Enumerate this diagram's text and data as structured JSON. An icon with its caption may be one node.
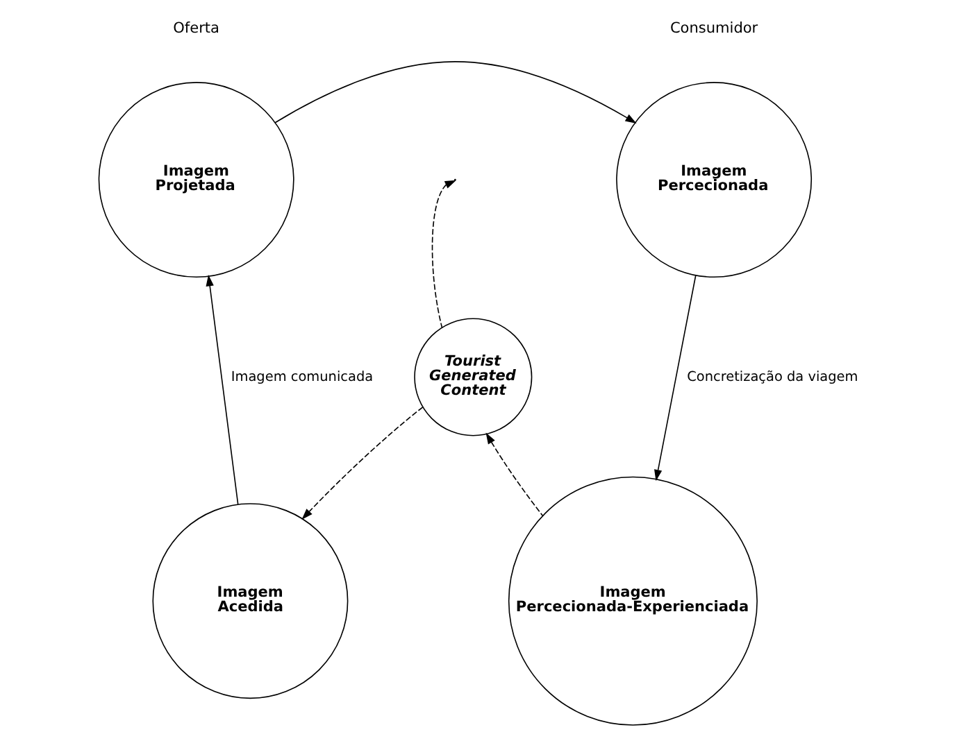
{
  "diagram": {
    "nodes": [
      {
        "text": [
          "Imagem Projetada"
        ],
        "beside": [
          "Oferta"
        ]
      },
      {
        "text": [
          "Imagem Percecionada"
        ],
        "beside": [
          "Consumidor"
        ]
      },
      {
        "text": [
          "Tourist Generated Content"
        ]
      },
      {
        "text": [
          "Imagem Acedida"
        ]
      },
      {
        "text": [
          "Imagem Percecionada-Experienciada"
        ]
      }
    ],
    "edges": [
      {
        "from": 0,
        "to": 1,
        "arrow": "to"
      },
      {
        "from": 2,
        "to": null,
        "arrow": "to",
        "style": "dashed"
      },
      {
        "from": 1,
        "to": 4,
        "arrow": "to",
        "label": "Concretização da viagem"
      },
      {
        "from": 4,
        "to": 2,
        "arrow": "to",
        "style": "dashed"
      },
      {
        "from": 2,
        "to": 3,
        "arrow": "to",
        "style": "dashed"
      },
      {
        "from": 3,
        "to": 0,
        "arrow": "to",
        "label": "Imagem comunicada"
      }
    ]
  }
}
